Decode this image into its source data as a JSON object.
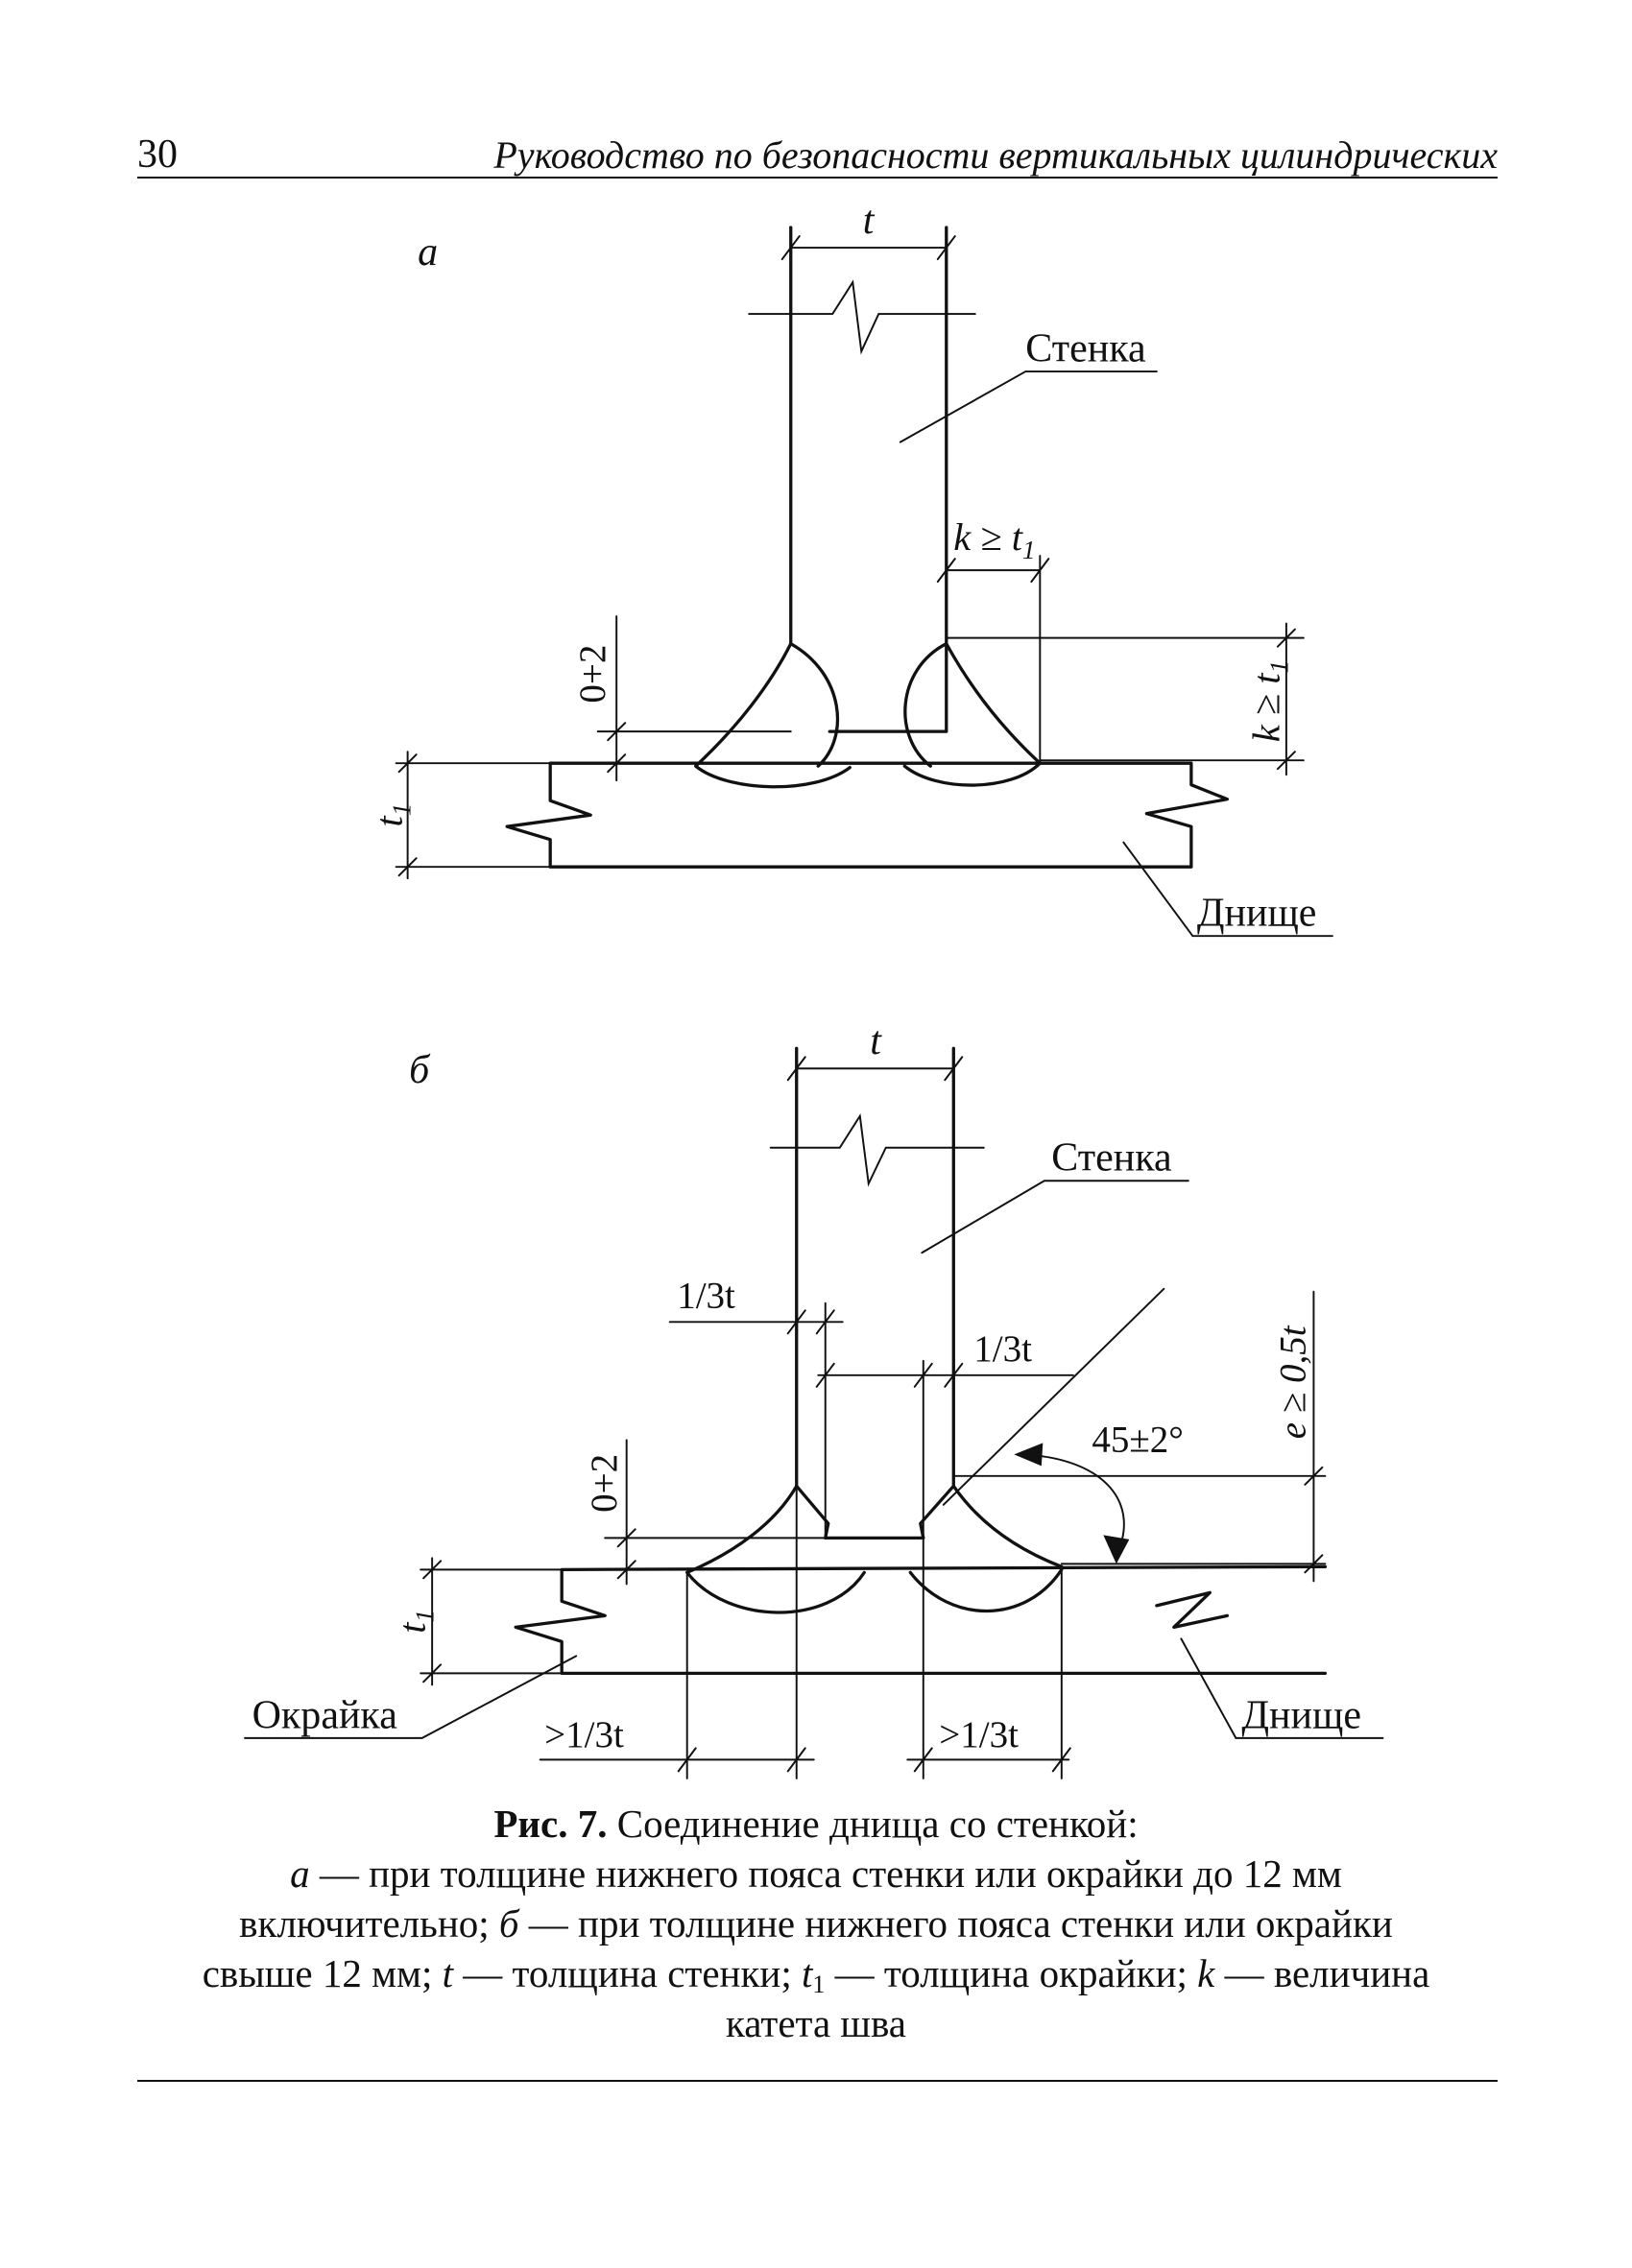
{
  "header": {
    "page_number": "30",
    "running_title": "Руководство по безопасности вертикальных цилиндрических"
  },
  "figure": {
    "panel_a": {
      "label": "а",
      "wall_thickness": "t",
      "wall": "Стенка",
      "bottom": "Днище",
      "gap": "0+2",
      "plate_thickness": "t",
      "plate_thickness_sub": "1",
      "leg_horizontal": "k ≥ t",
      "leg_horizontal_sub": "1",
      "leg_vertical": "k ≥ t",
      "leg_vertical_sub": "1"
    },
    "panel_b": {
      "label": "б",
      "wall_thickness": "t",
      "wall": "Стенка",
      "bottom": "Днище",
      "edge_plate": "Окрайка",
      "gap": "0+2",
      "plate_thickness": "t",
      "plate_thickness_sub": "1",
      "bevel_depth": "1/3t",
      "root_face": "1/3t",
      "angle": "45±2°",
      "offset": "e ≥ 0,5t",
      "overlap_left": ">1/3t",
      "overlap_right": ">1/3t"
    }
  },
  "caption": {
    "fig_num": "Рис. 7.",
    "title": "Соединение днища со стенкой:",
    "a": "а",
    "a_desc": "— при толщине нижнего пояса стенки или окрайки до 12 мм",
    "a_desc_end": "включительно;",
    "b": "б",
    "b_desc": "— при толщине нижнего пояса стенки или окрайки",
    "b_desc_end": "свыше 12 мм;",
    "t": "t",
    "t_desc": "— толщина стенки;",
    "t1": "t",
    "t1_sub": "1",
    "t1_desc": "— толщина окрайки;",
    "k": "k",
    "k_desc": "— величина",
    "k_desc_end": "катета шва"
  }
}
